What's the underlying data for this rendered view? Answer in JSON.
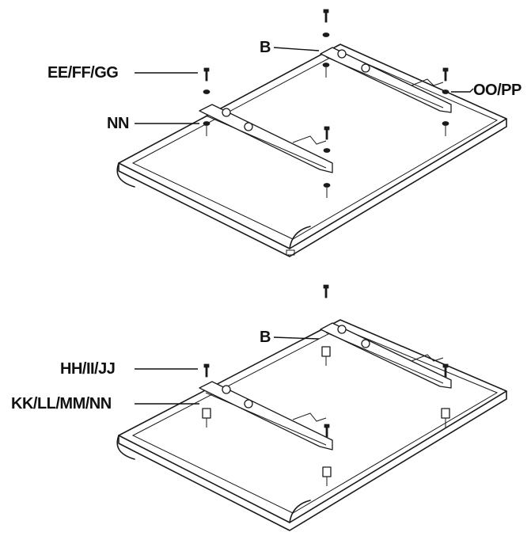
{
  "top_panel": {
    "callouts": {
      "b": "B",
      "ee_ff_gg": "EE/FF/GG",
      "nn": "NN",
      "oo_pp": "OO/PP"
    }
  },
  "bottom_panel": {
    "callouts": {
      "b": "B",
      "hh_ii_jj": "HH/II/JJ",
      "kk_ll_mm_nn": "KK/LL/MM/NN"
    }
  }
}
